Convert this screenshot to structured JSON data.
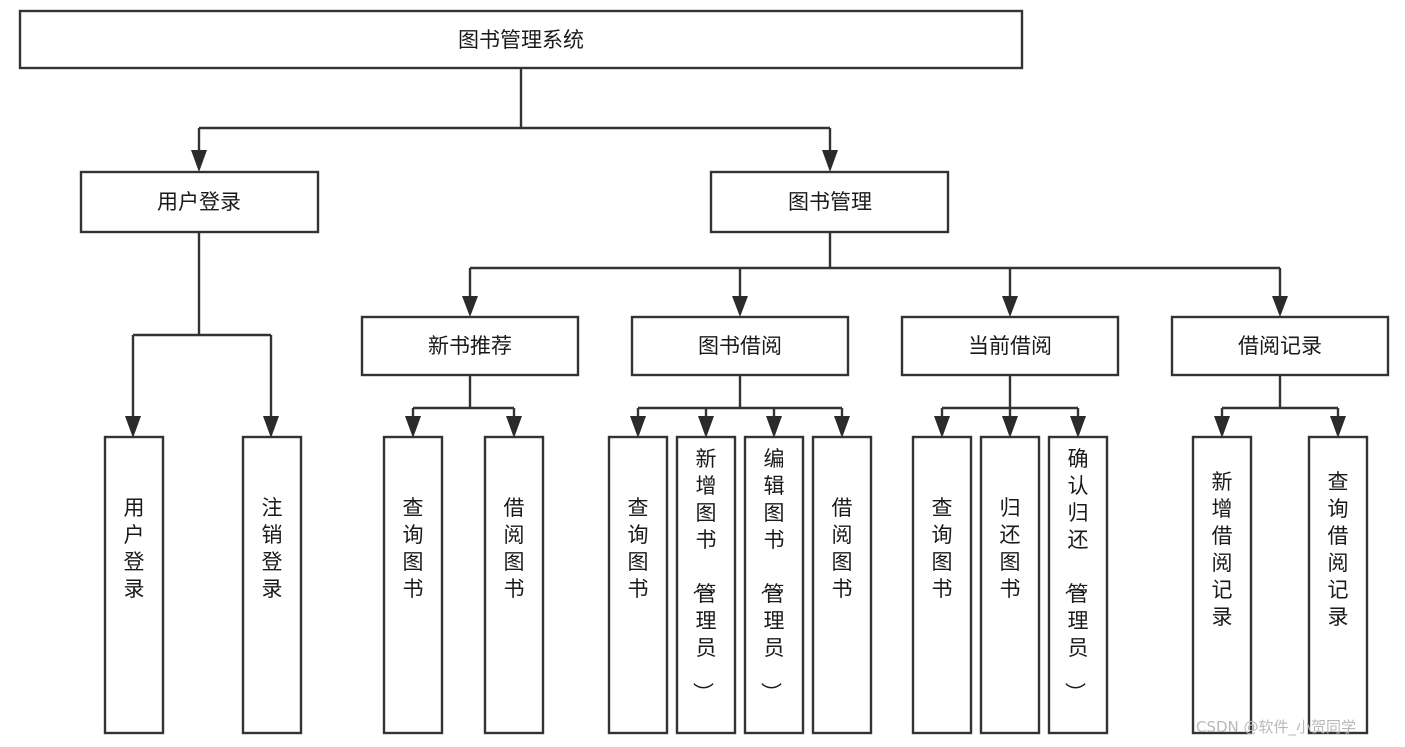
{
  "diagram": {
    "type": "tree-hierarchy-chart",
    "title": "图书管理系统",
    "orientation": "top-down",
    "colors": {
      "box_stroke": "#333333",
      "box_fill": "#ffffff",
      "connector": "#333333",
      "text": "#1a1a1a",
      "watermark": "#b8b8b8",
      "background": "#ffffff"
    },
    "levels": {
      "level1": {
        "nodes": [
          {
            "id": "root",
            "label": "图书管理系统",
            "orientation": "horizontal"
          }
        ]
      },
      "level2": {
        "nodes": [
          {
            "id": "user-login",
            "label": "用户登录",
            "orientation": "horizontal"
          },
          {
            "id": "book-management",
            "label": "图书管理",
            "orientation": "horizontal"
          }
        ]
      },
      "level3": {
        "nodes": [
          {
            "id": "new-book-recommend",
            "label": "新书推荐",
            "orientation": "horizontal"
          },
          {
            "id": "book-borrow",
            "label": "图书借阅",
            "orientation": "horizontal"
          },
          {
            "id": "current-borrow",
            "label": "当前借阅",
            "orientation": "horizontal"
          },
          {
            "id": "borrow-record",
            "label": "借阅记录",
            "orientation": "horizontal"
          }
        ]
      },
      "level4": {
        "nodes": [
          {
            "id": "leaf-user-login",
            "label": "用户登录",
            "orientation": "vertical",
            "parent": "user-login"
          },
          {
            "id": "leaf-logout-login",
            "label": "注销登录",
            "orientation": "vertical",
            "parent": "user-login"
          },
          {
            "id": "leaf-query-book-1",
            "label": "查询图书",
            "orientation": "vertical",
            "parent": "new-book-recommend"
          },
          {
            "id": "leaf-borrow-book-1",
            "label": "借阅图书",
            "orientation": "vertical",
            "parent": "new-book-recommend"
          },
          {
            "id": "leaf-query-book-2",
            "label": "查询图书",
            "orientation": "vertical",
            "parent": "book-borrow"
          },
          {
            "id": "leaf-add-book",
            "label": "新增图书（管理员）",
            "orientation": "vertical",
            "parent": "book-borrow"
          },
          {
            "id": "leaf-edit-book",
            "label": "编辑图书（管理员）",
            "orientation": "vertical",
            "parent": "book-borrow"
          },
          {
            "id": "leaf-borrow-book-2",
            "label": "借阅图书",
            "orientation": "vertical",
            "parent": "book-borrow"
          },
          {
            "id": "leaf-query-book-3",
            "label": "查询图书",
            "orientation": "vertical",
            "parent": "current-borrow"
          },
          {
            "id": "leaf-return-book",
            "label": "归还图书",
            "orientation": "vertical",
            "parent": "current-borrow"
          },
          {
            "id": "leaf-confirm-return",
            "label": "确认归还（管理员）",
            "orientation": "vertical",
            "parent": "current-borrow"
          },
          {
            "id": "leaf-add-record",
            "label": "新增借阅记录",
            "orientation": "vertical",
            "parent": "borrow-record"
          },
          {
            "id": "leaf-query-record",
            "label": "查询借阅记录",
            "orientation": "vertical",
            "parent": "borrow-record"
          }
        ]
      }
    },
    "watermark": "CSDN @软件_小贺同学"
  }
}
